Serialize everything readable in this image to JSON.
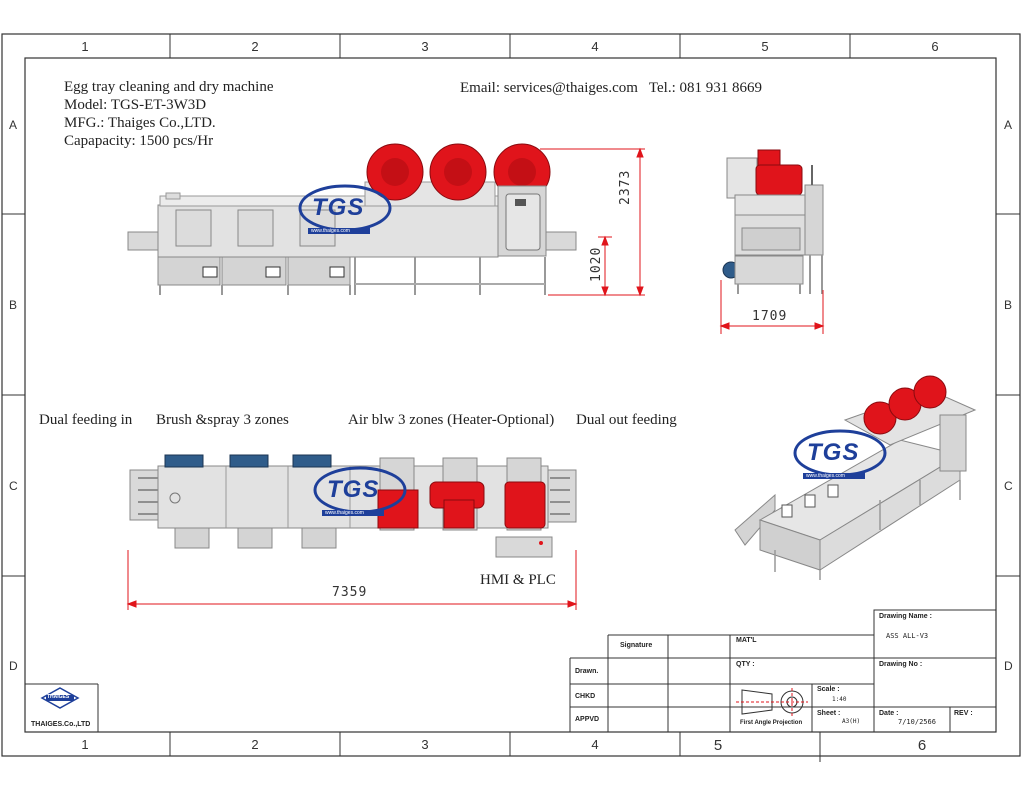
{
  "header": {
    "line1": "Egg tray cleaning and dry machine",
    "line2": "Model: TGS-ET-3W3D",
    "line3": "MFG.: Thaiges Co.,LTD.",
    "line4": "Capapacity: 1500 pcs/Hr",
    "contact": "Email: services@thaiges.com   Tel.: 081 931 8669"
  },
  "grid": {
    "top_cols": [
      "1",
      "2",
      "3",
      "4",
      "5",
      "6"
    ],
    "bottom_cols": [
      "1",
      "2",
      "3",
      "4",
      "5",
      "6"
    ],
    "rows": [
      "A",
      "B",
      "C",
      "D"
    ]
  },
  "logo": {
    "mark": "TGS",
    "tagline": "www.thaiges.com",
    "company_logo": "THAIGES",
    "company": "THAIGES.Co.,LTD"
  },
  "zones": {
    "dual_feeding": "Dual feeding  in",
    "brush": "Brush &spray 3 zones",
    "air": "Air blw 3 zones (Heater-Optional)",
    "out": "Dual out feeding",
    "hmi": "HMI & PLC"
  },
  "dimensions": {
    "height_total": "2373",
    "height_table": "1020",
    "width_side": "1709",
    "length_total": "7359"
  },
  "title_block": {
    "drawing_name_label": "Drawing Name :",
    "drawing_name_value": "ASS ALL-V3",
    "signature": "Signature",
    "matl": "MAT'L",
    "qty": "QTY :",
    "drawing_no": "Drawing No :",
    "drawn": "Drawn.",
    "chkd": "CHKD",
    "appvd": "APPVD",
    "scale_label": "Scale :",
    "scale_value": "1:40",
    "sheet_label": "Sheet :",
    "sheet_value": "A3(H)",
    "projection": "First Angle Projection",
    "date_label": "Date :",
    "date_value": "7/10/2566",
    "rev_label": "REV :"
  },
  "colors": {
    "frame": "#333333",
    "steel": "#d9d9d9",
    "steel_dark": "#a9a9a9",
    "blower": "#e0141b",
    "logo_blue": "#1e3f9a",
    "motor_blue": "#2f5c8a"
  }
}
